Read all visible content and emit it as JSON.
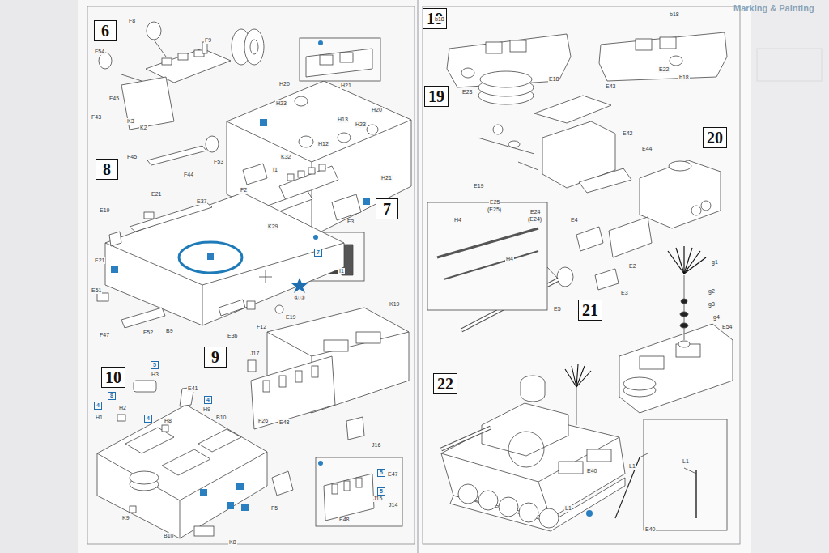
{
  "diagram": {
    "nodes": [
      {
        "text": [
          "6"
        ]
      },
      {
        "text": [
          "7"
        ]
      },
      {
        "text": [
          "8"
        ]
      },
      {
        "text": [
          "9"
        ]
      },
      {
        "text": [
          "10"
        ]
      },
      {
        "text": [
          "18"
        ]
      },
      {
        "text": [
          "19"
        ]
      },
      {
        "text": [
          "20"
        ]
      },
      {
        "text": [
          "21"
        ]
      },
      {
        "text": [
          "22"
        ]
      }
    ],
    "labels": [
      "Marking & Painting",
      "F8",
      "F9",
      "F54",
      "F45",
      "F43",
      "K3",
      "K2",
      "F45",
      "F44",
      "F53",
      "H21",
      "H20",
      "H23",
      "H13",
      "H12",
      "H20",
      "H23",
      "K32",
      "I1",
      "F2",
      "H21",
      "F3",
      "K29",
      "I1",
      "E21",
      "E37",
      "E19",
      "E21",
      "E51",
      "F47",
      "F52",
      "B9",
      "E36",
      "F12",
      "E19",
      "①,③",
      "K19",
      "J17",
      "F26",
      "E48",
      "J16",
      "F5",
      "E47",
      "J15",
      "J14",
      "E48",
      "H3",
      "E41",
      "H1",
      "H2",
      "H8",
      "H9",
      "B10",
      "B10",
      "K9",
      "K8",
      "5",
      "4",
      "8",
      "4",
      "4",
      "5",
      "5",
      "7",
      "b18",
      "E23",
      "b18",
      "E22",
      "b18",
      "E18",
      "E43",
      "E42",
      "E44",
      "E19",
      "E25",
      "(E25)",
      "E24",
      "(E24)",
      "E4",
      "E2",
      "E3",
      "E5",
      "H4",
      "H4",
      "g1",
      "g2",
      "g3",
      "g4",
      "E54",
      "E40",
      "L1",
      "L1",
      "L1",
      "E40"
    ]
  }
}
